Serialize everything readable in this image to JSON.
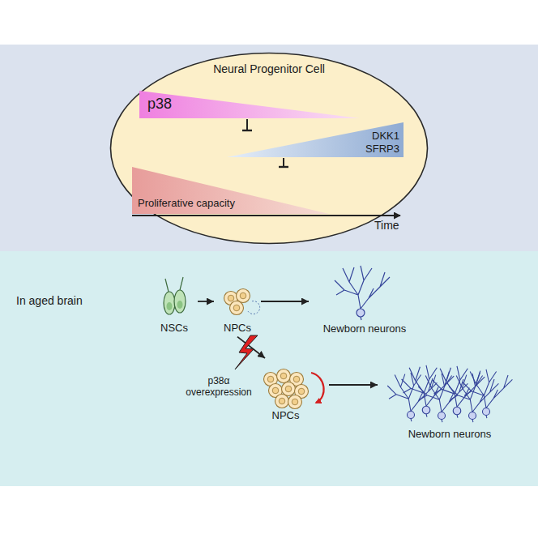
{
  "diagram": {
    "nodes": [
      {
        "text": [
          "Neural Progenitor Cell"
        ]
      },
      {
        "text": [
          "p38"
        ],
        "in": 0
      },
      {
        "text": [
          "DKK1 SFRP3"
        ],
        "in": 0
      },
      {
        "text": [
          "Proliferative capacity"
        ],
        "in": 0
      },
      {
        "text": [
          "NSCs"
        ]
      },
      {
        "text": [
          "NPCs"
        ]
      },
      {
        "text": [
          "Newborn neurons"
        ]
      },
      {
        "text": [
          "NPCs"
        ]
      },
      {
        "text": [
          "Newborn neurons"
        ]
      }
    ],
    "edges": [
      {
        "from": 1,
        "to": 2,
        "arrow": "to"
      },
      {
        "from": 2,
        "to": 3,
        "arrow": "to"
      },
      {
        "from": 4,
        "to": 5,
        "arrow": "to"
      },
      {
        "from": 5,
        "to": 6,
        "arrow": "to"
      },
      {
        "from": 5,
        "to": 7,
        "label": "p38α overexpression",
        "arrow": "to"
      },
      {
        "from": 7,
        "to": 8,
        "arrow": "to"
      }
    ],
    "labels": [
      "Time",
      "In aged brain"
    ]
  }
}
